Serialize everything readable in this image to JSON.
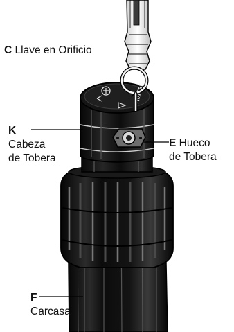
{
  "labels": {
    "c": {
      "letter": "C",
      "text": "Llave en Orificio"
    },
    "k": {
      "letter": "K",
      "line1": "Cabeza",
      "line2": "de Tobera"
    },
    "e": {
      "letter": "E",
      "line1": "Hueco",
      "line2": "de Tobera"
    },
    "f": {
      "letter": "F",
      "text": "Carcasa"
    }
  },
  "brand_text": "Hunter"
}
